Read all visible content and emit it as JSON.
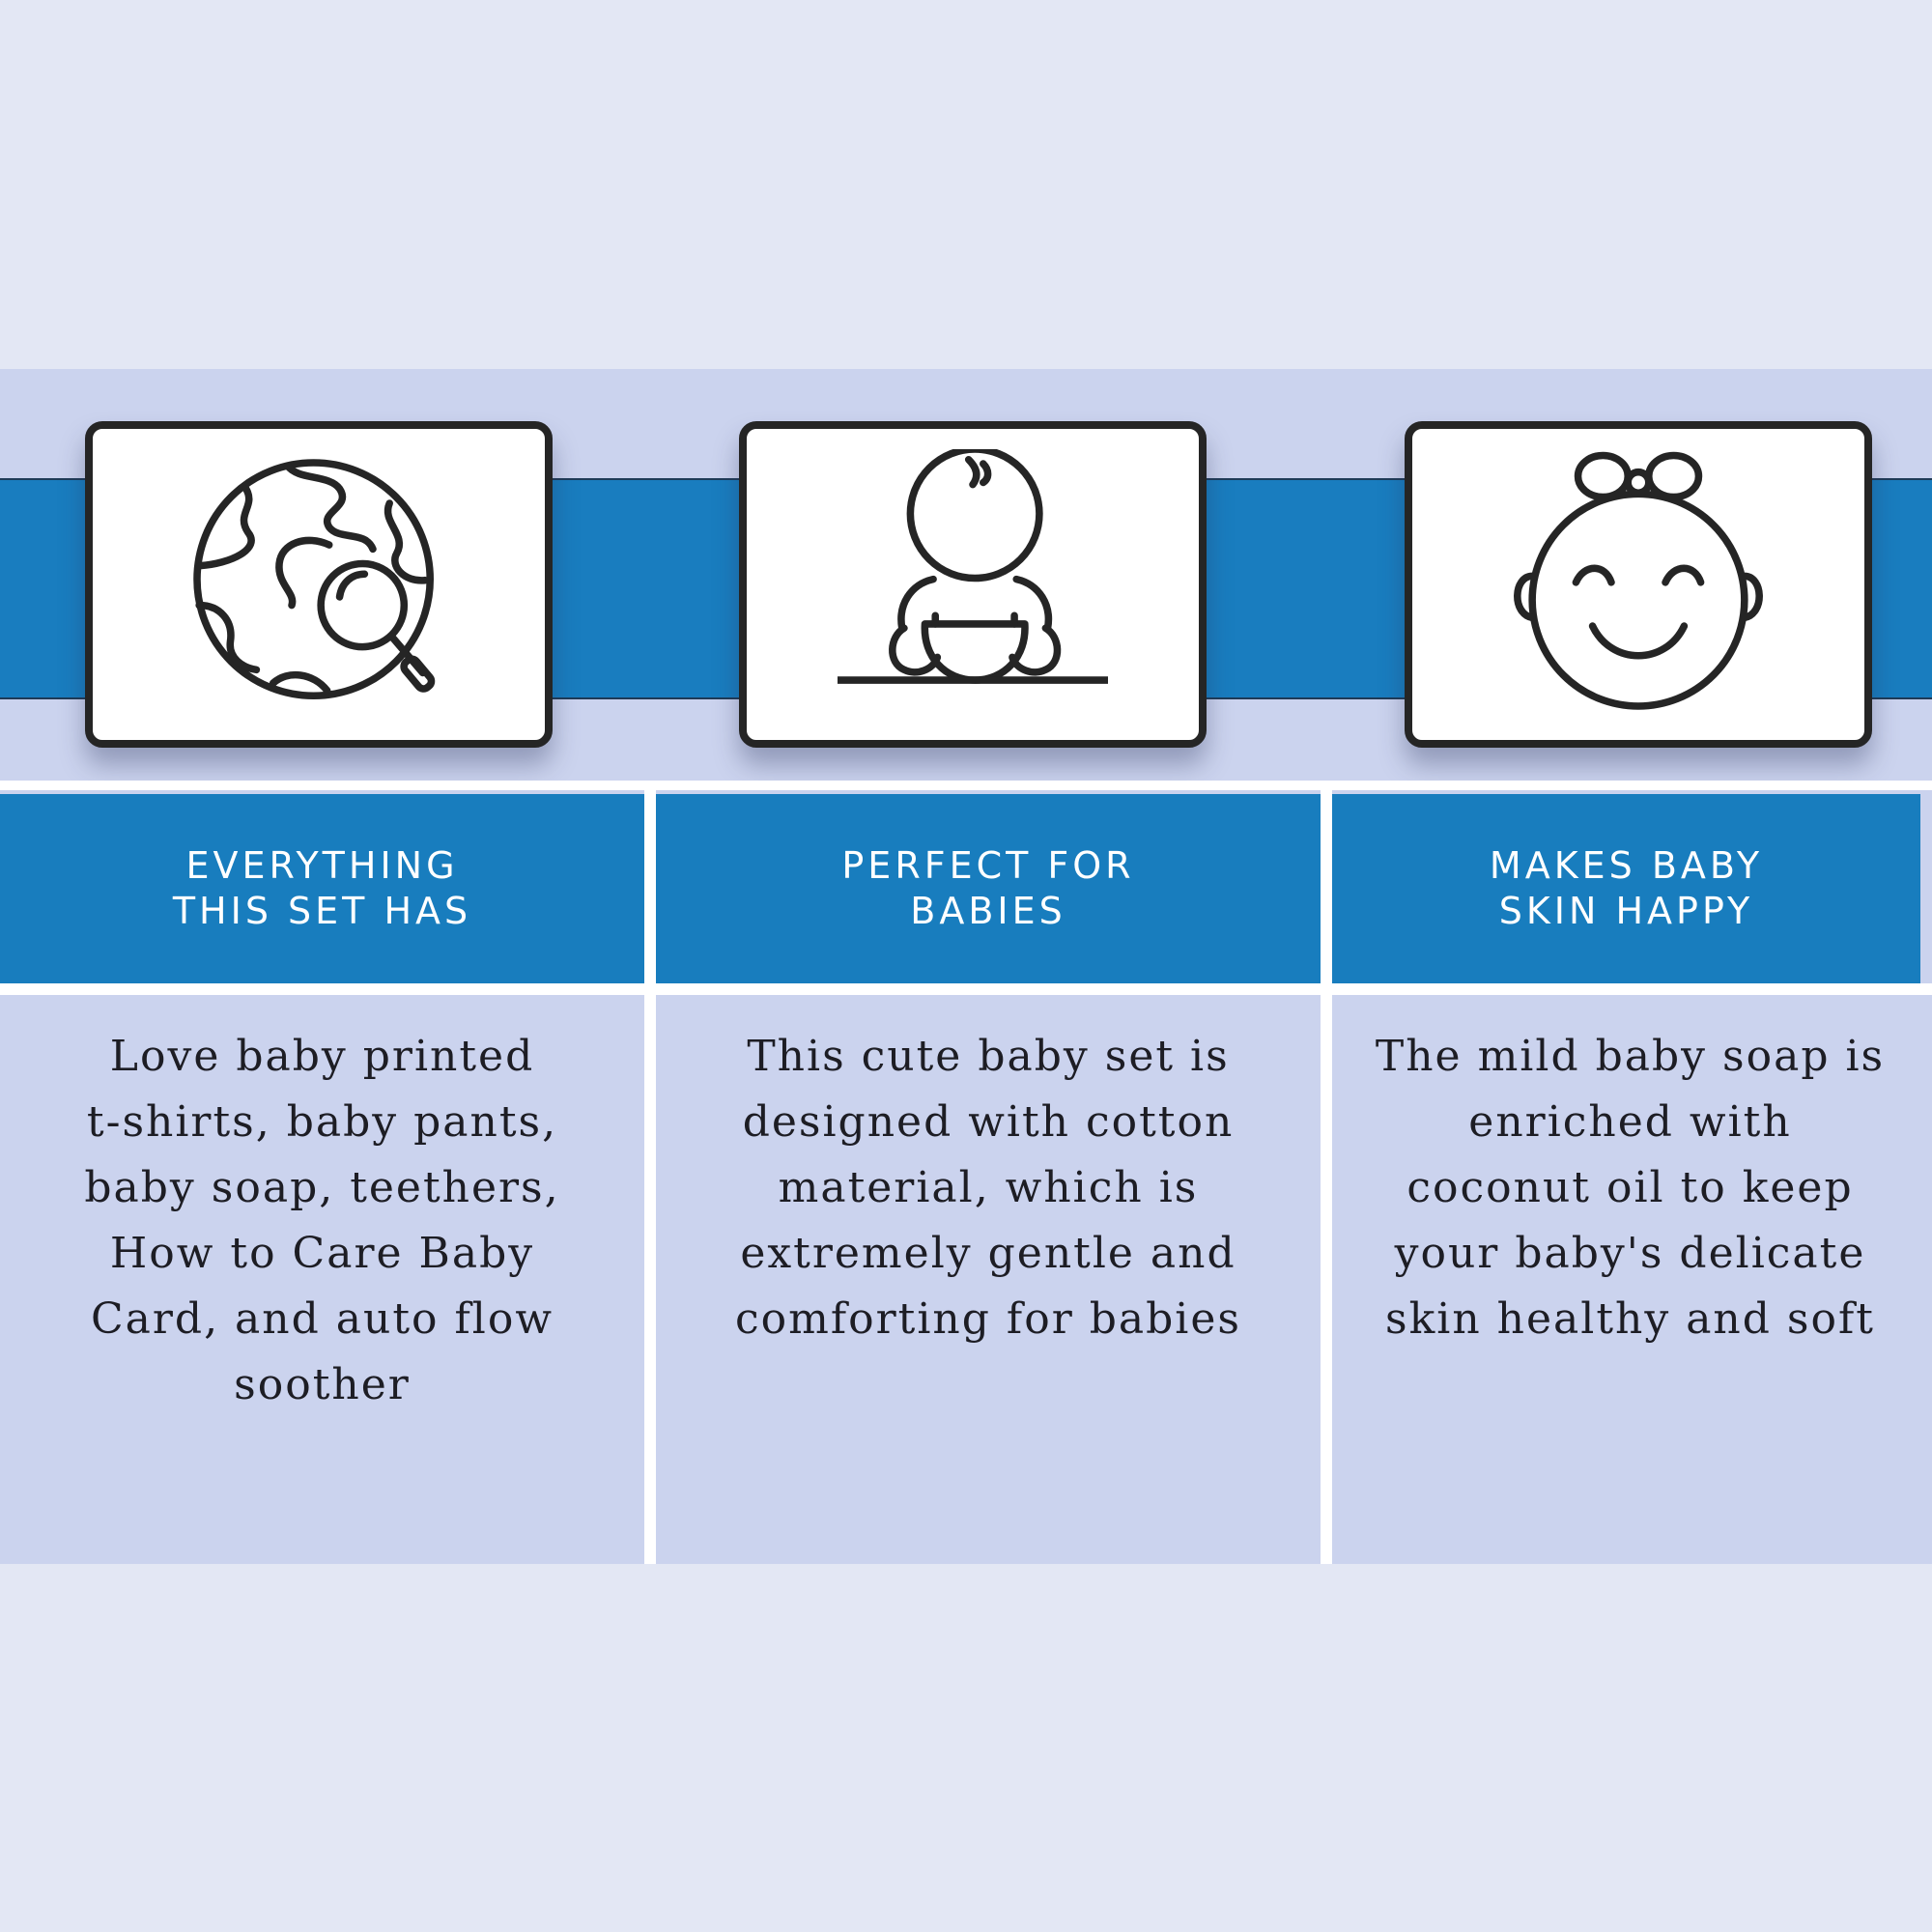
{
  "colors": {
    "background": "#e3e7f4",
    "band": "#cbd3ee",
    "accent_blue": "#187dbe",
    "icon_stroke": "#252525"
  },
  "features": [
    {
      "icon": "globe-search-icon",
      "title": "EVERYTHING\nTHIS SET HAS",
      "description": "Love baby printed\nt-shirts, baby pants,\nbaby soap, teethers,\nHow to Care Baby\nCard, and auto flow\nsoother"
    },
    {
      "icon": "sitting-baby-icon",
      "title": "PERFECT FOR\nBABIES",
      "description": "This cute baby set is\ndesigned with cotton\nmaterial, which is\nextremely gentle and\ncomforting for babies"
    },
    {
      "icon": "smiling-baby-face-icon",
      "title": "MAKES BABY\nSKIN HAPPY",
      "description": "The mild baby soap is\nenriched with\ncoconut oil to keep\nyour baby's delicate\nskin healthy and soft"
    }
  ]
}
